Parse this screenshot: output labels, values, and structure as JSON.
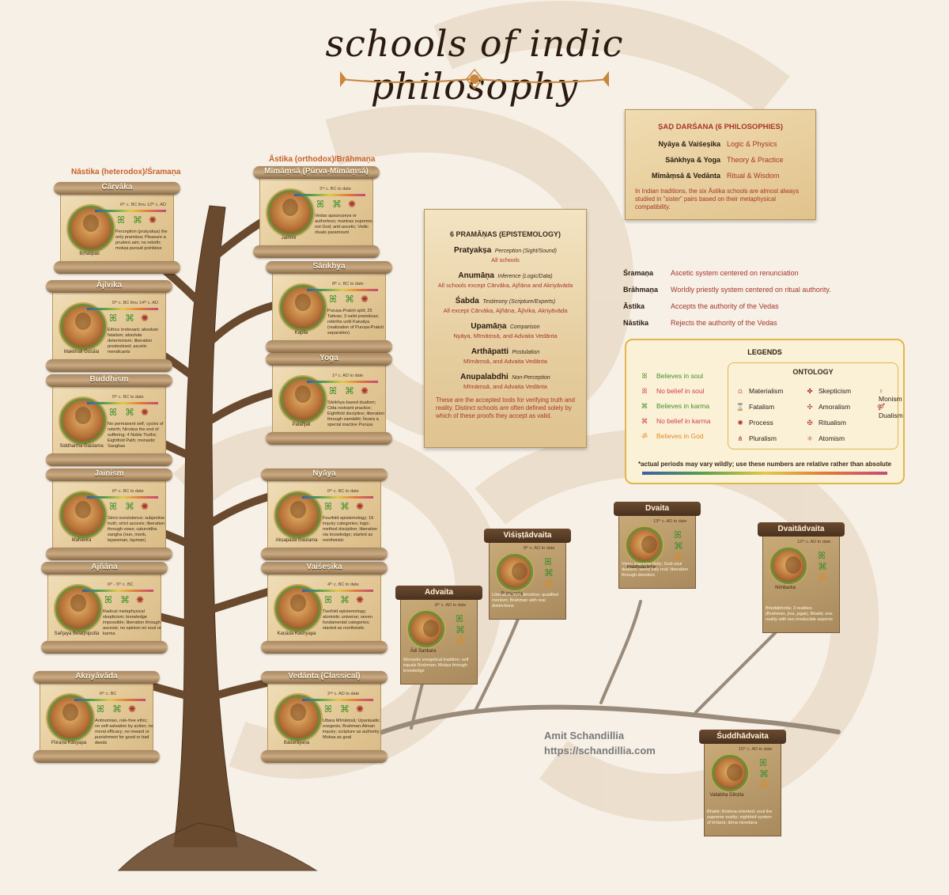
{
  "title": "schools of indic philosophy",
  "groups": {
    "nastika": "Nāstika (heterodox)/Śramaṇa",
    "astika": "Āstika (orthodox)/Brāhmaṇa"
  },
  "left_schools": [
    {
      "name": "Cārvāka",
      "period": "6ᵗʰ c. BC thru 12ᵗʰ c. AD",
      "thinker": "Bṛhaspati",
      "desc": "Perception (pratyakṣa) the only pramāṇa; Pleasure a prudent aim; no rebirth; mokṣa pursuit pointless"
    },
    {
      "name": "Ājīvika",
      "period": "5ᵗʰ c. BC thru 14ᵗʰ c. AD",
      "thinker": "Makkhali Gośāla",
      "desc": "Ethics irrelevant; absolute fatalism; absolute determinism; liberation predestined; ascetic mendicants"
    },
    {
      "name": "Buddhism",
      "period": "5ᵗʰ c. BC to date",
      "thinker": "Siddhartha Gautama",
      "desc": "No permanent self; cycles of rebirth; Nirvāṇa the end of suffering; 4 Noble Truths; Eightfold Path; monastic Sanghas"
    },
    {
      "name": "Jainism",
      "period": "6ᵗʰ c. BC to date",
      "thinker": "Mahavira",
      "desc": "Strict nonviolence; subjective truth; strict ascesis; liberation through vows; caturvidha sangha (nun, monk, laywoman, layman)"
    },
    {
      "name": "Ajñāna",
      "period": "6ᵗʰ - 5ᵗʰ c. BC",
      "thinker": "Sañjaya Belaṭṭhiputta",
      "desc": "Radical metaphysical skepticism; knowledge impossible; liberation through ascesis; no opinion on soul or karma"
    },
    {
      "name": "Akriyāvāda",
      "period": "6ᵗʰ c. BC",
      "thinker": "Pūraṇa Kāśyapa",
      "desc": "Antinomian, rule-free ethic; no self-salvation by action; no moral efficacy; no reward or punishment for good or bad deeds"
    }
  ],
  "right_schools": [
    {
      "name": "Mīmāṃsā (Pūrva-Mīmāṃsā)",
      "period": "3ʳᵈ c. BC to date",
      "thinker": "Jaimini",
      "desc": "Vedas apauruṣeya or authorless; mantras supreme, not God; anti-ascetic; Vedic rituals paramount"
    },
    {
      "name": "Sāṅkhya",
      "period": "8ᵗʰ c. BC to date",
      "thinker": "Kapila",
      "desc": "Puruṣa-Prakṛti split; 25 Tattvas; 3 valid pramāṇas; rebirths until Kaivalya (realization of Puruṣa-Prakṛti separation)"
    },
    {
      "name": "Yoga",
      "period": "1ˢᵗ c. AD to date",
      "thinker": "Patañjali",
      "desc": "Sāṅkhya-based dualism; Citta restraint practice; Eightfold discipline; liberation through samādhi; Īśvara a special inactive Puruṣa"
    },
    {
      "name": "Nyāya",
      "period": "6ᵗʰ c. BC to date",
      "thinker": "Akṣapāda Gautama",
      "desc": "Fourfold epistemology; 16 inquiry categories; logic-method discipline; liberation via knowledge; started as nontheistic"
    },
    {
      "name": "Vaiśeṣika",
      "period": "4ᵗʰ c. BC to date",
      "thinker": "Kaṇāda Kashyapa",
      "desc": "Twofold epistemology; atomistic universe; seven fundamental categories; started as nontheistic"
    },
    {
      "name": "Vedānta (Classical)",
      "period": "2ⁿᵈ c. AD to date",
      "thinker": "Bādarāyaṇa",
      "desc": "Uttara Mīmāṃsā; Upaniṣadic exegesis; Brahman-Ātman inquiry; scripture as authority; Mokṣa as goal"
    }
  ],
  "branch_schools": [
    {
      "name": "Advaita",
      "period": "8ᵗʰ c. AD to date",
      "thinker": "Ādi Śaṅkara",
      "desc": "Monastic exegetical tradition; self equals Brahman; Mokṣa through knowledge"
    },
    {
      "name": "Viśiṣṭādvaita",
      "period": "8ᵗʰ c. AD to date",
      "thinker": "Ramanuja",
      "desc": "Liberation from devotion; qualified monism; Brahman with real distinctions"
    },
    {
      "name": "Dvaita",
      "period": "13ᵗʰ c. AD to date",
      "thinker": "Madhvācārya",
      "desc": "Viṣṇu supreme deity; God-soul dualism; world fully real; liberation through devotion"
    },
    {
      "name": "Dvaitādvaita",
      "period": "12ᵗʰ c. AD to date",
      "thinker": "Nimbarka",
      "desc": "Bhedābheda; 3 realities (Brahman, jīva, jagat); Bhakti; one reality with two irreducible aspects"
    },
    {
      "name": "Śuddhādvaita",
      "period": "15ᵗʰ c. AD to date",
      "thinker": "Vallabha Dīkṣita",
      "desc": "Bhakti; Krishna-oriented; soul the supreme reality; eightfold system of kīrtana; ātma-nivedana"
    }
  ],
  "pramana": {
    "heading": "6 PRAMĀṆAS (EPISTEMOLOGY)",
    "items": [
      {
        "name": "Pratyakṣa",
        "desc": "Perception (Sight/Sound)",
        "who": "All schools"
      },
      {
        "name": "Anumāṇa",
        "desc": "Inference (Logic/Data)",
        "who": "All schools except Cārvāka, Ajñāna and Akriyāvāda"
      },
      {
        "name": "Śabda",
        "desc": "Testimony (Scripture/Experts)",
        "who": "All except Cārvāka, Ajñāna, Ājīvika, Akriyāvāda"
      },
      {
        "name": "Upamāṇa",
        "desc": "Comparison",
        "who": "Nyāya, Mīmāṃsā, and Advaita Vedānta"
      },
      {
        "name": "Arthāpatti",
        "desc": "Postulation",
        "who": "Mīmāṃsā, and Advaita Vedānta"
      },
      {
        "name": "Anupalabdhi",
        "desc": "Non-Perception",
        "who": "Mīmāṃsā, and Advaita Vedānta"
      }
    ],
    "footer": "These are the accepted tools for verifying truth and reality. Distinct schools are often defined solely by which of these proofs they accept as valid."
  },
  "darsana": {
    "heading": "ṢAḌ DARŚANA (6 PHILOSOPHIES)",
    "pairs": [
      {
        "pair": "Nyāya & Vaiśeṣika",
        "topic": "Logic & Physics"
      },
      {
        "pair": "Sāṅkhya & Yoga",
        "topic": "Theory & Practice"
      },
      {
        "pair": "Mīmāṃsā & Vedānta",
        "topic": "Ritual & Wisdom"
      }
    ],
    "note": "In Indian traditions, the six Āstika schools are almost always studied in \"sister\" pairs based on their metaphysical compatibility."
  },
  "glossary": [
    {
      "term": "Śramaṇa",
      "def": "Ascetic system centered on renunciation"
    },
    {
      "term": "Brāhmaṇa",
      "def": "Worldly priestly system centered on ritual authority."
    },
    {
      "term": "Āstika",
      "def": "Accepts the authority of the Vedas"
    },
    {
      "term": "Nāstika",
      "def": "Rejects the authority of the Vedas"
    }
  ],
  "legend": {
    "heading": "LEGENDS",
    "items": [
      {
        "icon": "ꕤ",
        "label": "Believes in soul",
        "color": "#3f8f2a"
      },
      {
        "icon": "ꕤ",
        "label": "No belief in soul",
        "color": "#d23a4a"
      },
      {
        "icon": "⌘",
        "label": "Believes in karma",
        "color": "#3f8f2a"
      },
      {
        "icon": "⌘",
        "label": "No belief in karma",
        "color": "#d23a4a"
      },
      {
        "icon": "ॐ",
        "label": "Believes in God",
        "color": "#e08a1e"
      }
    ],
    "ontology_heading": "ONTOLOGY",
    "ontology": [
      {
        "icon": "⩍",
        "label": "Materialism"
      },
      {
        "icon": "⌛",
        "label": "Fatalism"
      },
      {
        "icon": "✺",
        "label": "Process"
      },
      {
        "icon": "⋔",
        "label": "Pluralism"
      },
      {
        "icon": "✤",
        "label": "Skepticism"
      },
      {
        "icon": "✣",
        "label": "Amoralism"
      },
      {
        "icon": "✠",
        "label": "Ritualism"
      },
      {
        "icon": "⚛",
        "label": "Atomism"
      },
      {
        "icon": "♀",
        "label": "Monism"
      },
      {
        "icon": "⚤",
        "label": "Dualism"
      }
    ],
    "note": "*actual periods may vary wildly; use these numbers are relative rather than absolute"
  },
  "author": {
    "name": "Amit Schandillia",
    "url": "https://schandillia.com"
  }
}
